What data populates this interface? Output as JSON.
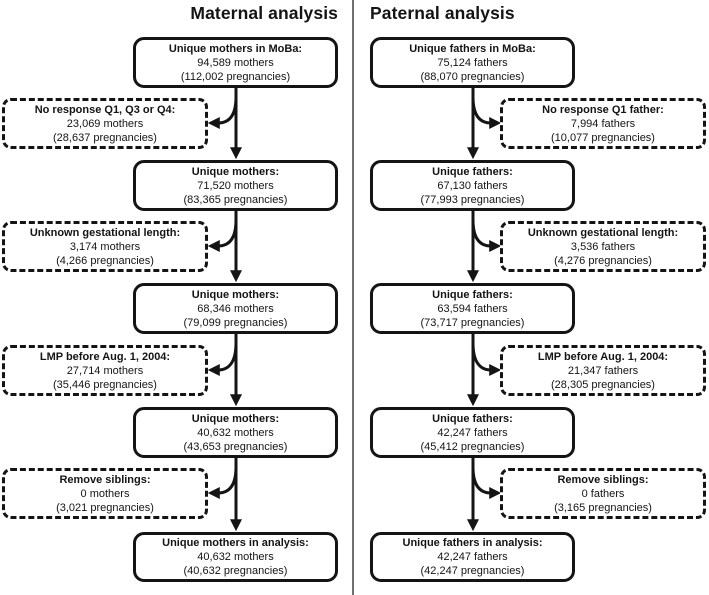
{
  "colors": {
    "line": "#141414",
    "divider": "#707070",
    "background": "#ffffff",
    "text": "#141414"
  },
  "maternal": {
    "title": "Maternal analysis",
    "main": [
      {
        "title": "Unique mothers in MoBa:",
        "count": "94,589 mothers",
        "pregnancies": "(112,002 pregnancies)"
      },
      {
        "title": "Unique mothers:",
        "count": "71,520 mothers",
        "pregnancies": "(83,365 pregnancies)"
      },
      {
        "title": "Unique mothers:",
        "count": "68,346 mothers",
        "pregnancies": "(79,099 pregnancies)"
      },
      {
        "title": "Unique mothers:",
        "count": "40,632 mothers",
        "pregnancies": "(43,653 pregnancies)"
      },
      {
        "title": "Unique mothers in analysis:",
        "count": "40,632 mothers",
        "pregnancies": "(40,632 pregnancies)"
      }
    ],
    "exclusions": [
      {
        "title": "No response Q1, Q3 or Q4:",
        "count": "23,069 mothers",
        "pregnancies": "(28,637 pregnancies)"
      },
      {
        "title": "Unknown gestational length:",
        "count": "3,174 mothers",
        "pregnancies": "(4,266 pregnancies)"
      },
      {
        "title": "LMP before Aug. 1, 2004:",
        "count": "27,714 mothers",
        "pregnancies": "(35,446 pregnancies)"
      },
      {
        "title": "Remove siblings:",
        "count": "0 mothers",
        "pregnancies": "(3,021 pregnancies)"
      }
    ]
  },
  "paternal": {
    "title": "Paternal analysis",
    "main": [
      {
        "title": "Unique fathers in MoBa:",
        "count": "75,124 fathers",
        "pregnancies": "(88,070 pregnancies)"
      },
      {
        "title": "Unique fathers:",
        "count": "67,130 fathers",
        "pregnancies": "(77,993 pregnancies)"
      },
      {
        "title": "Unique fathers:",
        "count": "63,594 fathers",
        "pregnancies": "(73,717 pregnancies)"
      },
      {
        "title": "Unique fathers:",
        "count": "42,247 fathers",
        "pregnancies": "(45,412 pregnancies)"
      },
      {
        "title": "Unique fathers in analysis:",
        "count": "42,247 fathers",
        "pregnancies": "(42,247 pregnancies)"
      }
    ],
    "exclusions": [
      {
        "title": "No response Q1 father:",
        "count": "7,994 fathers",
        "pregnancies": "(10,077 pregnancies)"
      },
      {
        "title": "Unknown gestational length:",
        "count": "3,536 fathers",
        "pregnancies": "(4,276 pregnancies)"
      },
      {
        "title": "LMP before Aug. 1, 2004:",
        "count": "21,347 fathers",
        "pregnancies": "(28,305 pregnancies)"
      },
      {
        "title": "Remove siblings:",
        "count": "0 fathers",
        "pregnancies": "(3,165 pregnancies)"
      }
    ]
  }
}
